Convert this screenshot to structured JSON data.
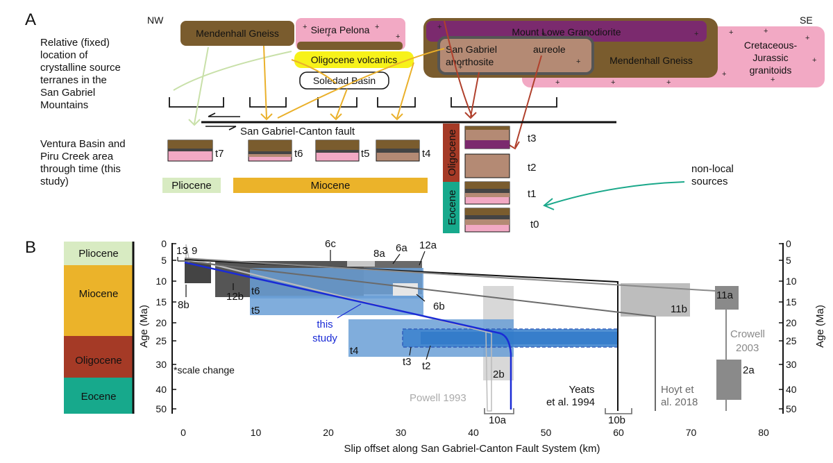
{
  "panel_a": {
    "letter": "A",
    "nw": "NW",
    "se": "SE",
    "left_label_1": [
      "Relative (fixed)",
      "location of",
      "crystalline source",
      "terranes in the",
      "San Gabriel",
      "Mountains"
    ],
    "left_label_2": [
      "Ventura Basin and",
      "Piru Creek area",
      "through time (this",
      "study)"
    ],
    "terranes": {
      "mendenhall_left": "Mendenhall Gneiss",
      "sierra_pelona": "Sierra Pelona",
      "oligocene_volcanics": "Oligocene volcanics",
      "soledad_basin": "Soledad Basin",
      "mount_lowe": "Mount Lowe Granodiorite",
      "sg_anorthosite": [
        "San Gabriel",
        "anorthosite"
      ],
      "aureole": "aureole",
      "mendenhall_right": "Mendenhall Gneiss",
      "cret_jur": [
        "Cretaceous-",
        "Jurassic",
        "granitoids"
      ]
    },
    "fault_label": "San Gabriel-Canton fault",
    "time_labels": [
      "t7",
      "t6",
      "t5",
      "t4",
      "t3",
      "t2",
      "t1",
      "t0"
    ],
    "pliocene": "Pliocene",
    "miocene": "Miocene",
    "oligocene": "Oligocene",
    "eocene": "Eocene",
    "non_local": [
      "non-local",
      "sources"
    ],
    "colors": {
      "mendenhall": "#7a5c2e",
      "sierra_pelona": "#f2a9c4",
      "volcanics": "#f7f21a",
      "mount_lowe": "#7b2a6e",
      "anorthosite": "#b48a74",
      "pliocene": "#d8ebc2",
      "miocene": "#ebb32a",
      "oligocene": "#a53a26",
      "eocene": "#17a98c",
      "arrow_pliocene": "#c8e0a8",
      "arrow_miocene": "#eab02a",
      "arrow_oligocene": "#b0402c",
      "arrow_nonlocal": "#1aa88a"
    }
  },
  "panel_b": {
    "letter": "B",
    "epochs": [
      "Pliocene",
      "Miocene",
      "Oligocene",
      "Eocene"
    ],
    "y_label": "Age (Ma)",
    "y_ticks": [
      "0",
      "5",
      "10",
      "15",
      "20",
      "25",
      "30",
      "40",
      "50"
    ],
    "x_ticks": [
      "0",
      "10",
      "20",
      "30",
      "40",
      "50",
      "60",
      "70",
      "80"
    ],
    "x_label": "Slip offset along San Gabriel-Canton Fault System (km)",
    "scale_note": "*scale change",
    "box_labels": {
      "b13": "13",
      "b9": "9",
      "b8b": "8b",
      "b12b": "12b",
      "b6c": "6c",
      "b8a": "8a",
      "b6a": "6a",
      "b12a": "12a",
      "b6b": "6b",
      "t6": "t6",
      "t5": "t5",
      "t4": "t4",
      "t3": "t3",
      "t2": "t2",
      "b2b": "2b",
      "b10a": "10a",
      "b10b": "10b",
      "b11b": "11b",
      "b11a": "11a",
      "b2a": "2a"
    },
    "curve_labels": {
      "this_study": [
        "this",
        "study"
      ],
      "powell": "Powell 1993",
      "yeats": [
        "Yeats",
        "et al. 1994"
      ],
      "hoyt": [
        "Hoyt et",
        "al. 2018"
      ],
      "crowell": [
        "Crowell",
        "2003"
      ]
    },
    "colors": {
      "this_study": "#1a2bd6",
      "blue_box": "#6a9fd6",
      "dark_box": "#444444",
      "mid_gray": "#8a8a8a",
      "light_gray": "#c8c8c8"
    }
  }
}
